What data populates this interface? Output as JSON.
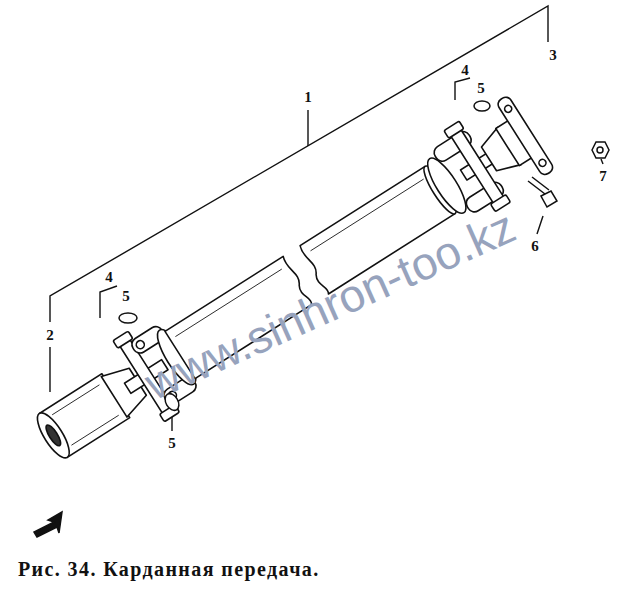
{
  "diagram": {
    "caption": "Рис. 34. Карданная передача.",
    "labels": [
      "3",
      "4",
      "5",
      "1",
      "7",
      "6",
      "4",
      "5",
      "2",
      "5",
      "www.sinhron-too.kz"
    ]
  }
}
